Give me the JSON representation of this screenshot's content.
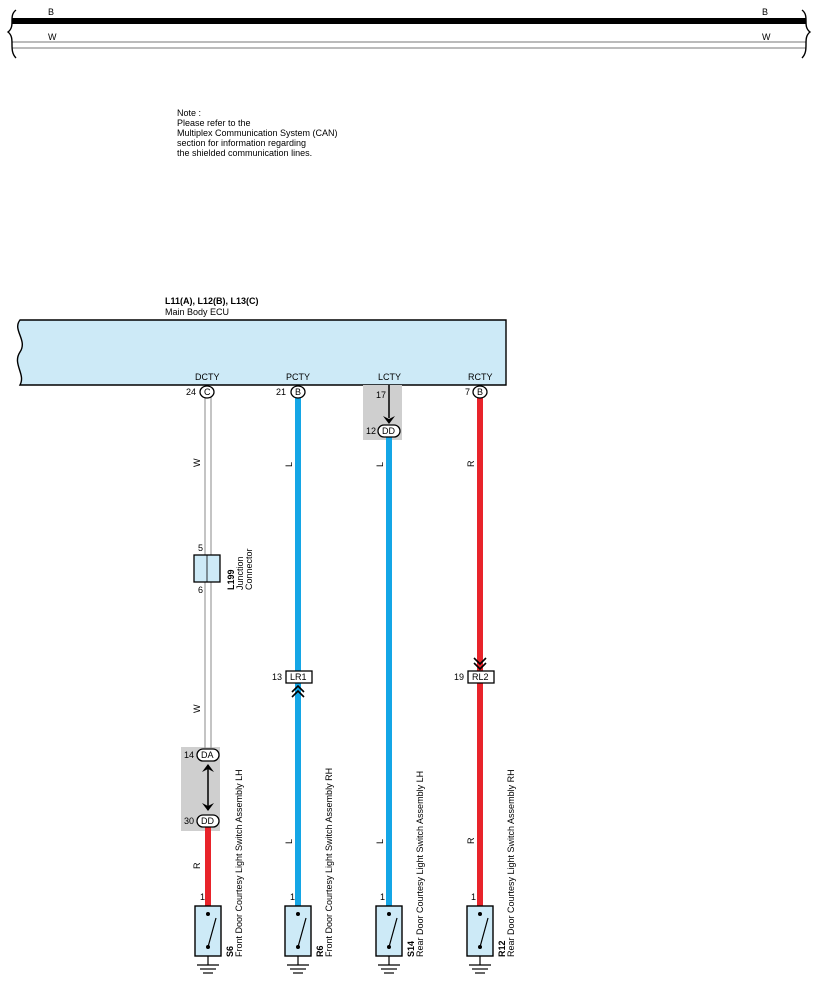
{
  "bus": {
    "b_left": "B",
    "b_right": "B",
    "w_left": "W",
    "w_right": "W"
  },
  "note": {
    "line1": "Note :",
    "line2": "Please refer to the",
    "line3": "Multiplex Communication System (CAN)",
    "line4": "section for information regarding",
    "line5": "the shielded communication lines."
  },
  "ecu": {
    "code": "L11(A), L12(B), L13(C)",
    "name": "Main Body ECU",
    "pins": {
      "dcty": "DCTY",
      "pcty": "PCTY",
      "lcty": "LCTY",
      "rcty": "RCTY"
    }
  },
  "terminals": {
    "t24": "24",
    "c24": "C",
    "t21": "21",
    "c21": "B",
    "t17": "17",
    "t12": "12",
    "c12": "DD",
    "t7": "7",
    "c7": "B",
    "t13": "13",
    "c13": "LR1",
    "t19": "19",
    "c19": "RL2",
    "t14": "14",
    "c14": "DA",
    "t30": "30",
    "c30": "DD",
    "t5": "5",
    "t6": "6",
    "s1a": "1",
    "s1b": "1",
    "s1c": "1",
    "s1d": "1"
  },
  "wire_colors": {
    "w1": "W",
    "w2": "W",
    "l1": "L",
    "l2": "L",
    "l3": "L",
    "l4": "L",
    "r1": "R",
    "r2": "R",
    "r3": "R"
  },
  "junction": {
    "code": "L199",
    "name1": "Junction",
    "name2": "Connector"
  },
  "switches": [
    {
      "code": "S6",
      "name": "Front Door Courtesy Light Switch Assembly LH"
    },
    {
      "code": "R6",
      "name": "Front Door Courtesy Light Switch Assembly RH"
    },
    {
      "code": "S14",
      "name": "Rear Door Courtesy Light Switch Assembly LH"
    },
    {
      "code": "R12",
      "name": "Rear Door Courtesy Light Switch Assembly RH"
    }
  ],
  "colors": {
    "ecu_fill": "#cdeaf7",
    "blue_wire": "#14a6e6",
    "red_wire": "#e8232a",
    "shield_gray": "#cfcfcf"
  }
}
